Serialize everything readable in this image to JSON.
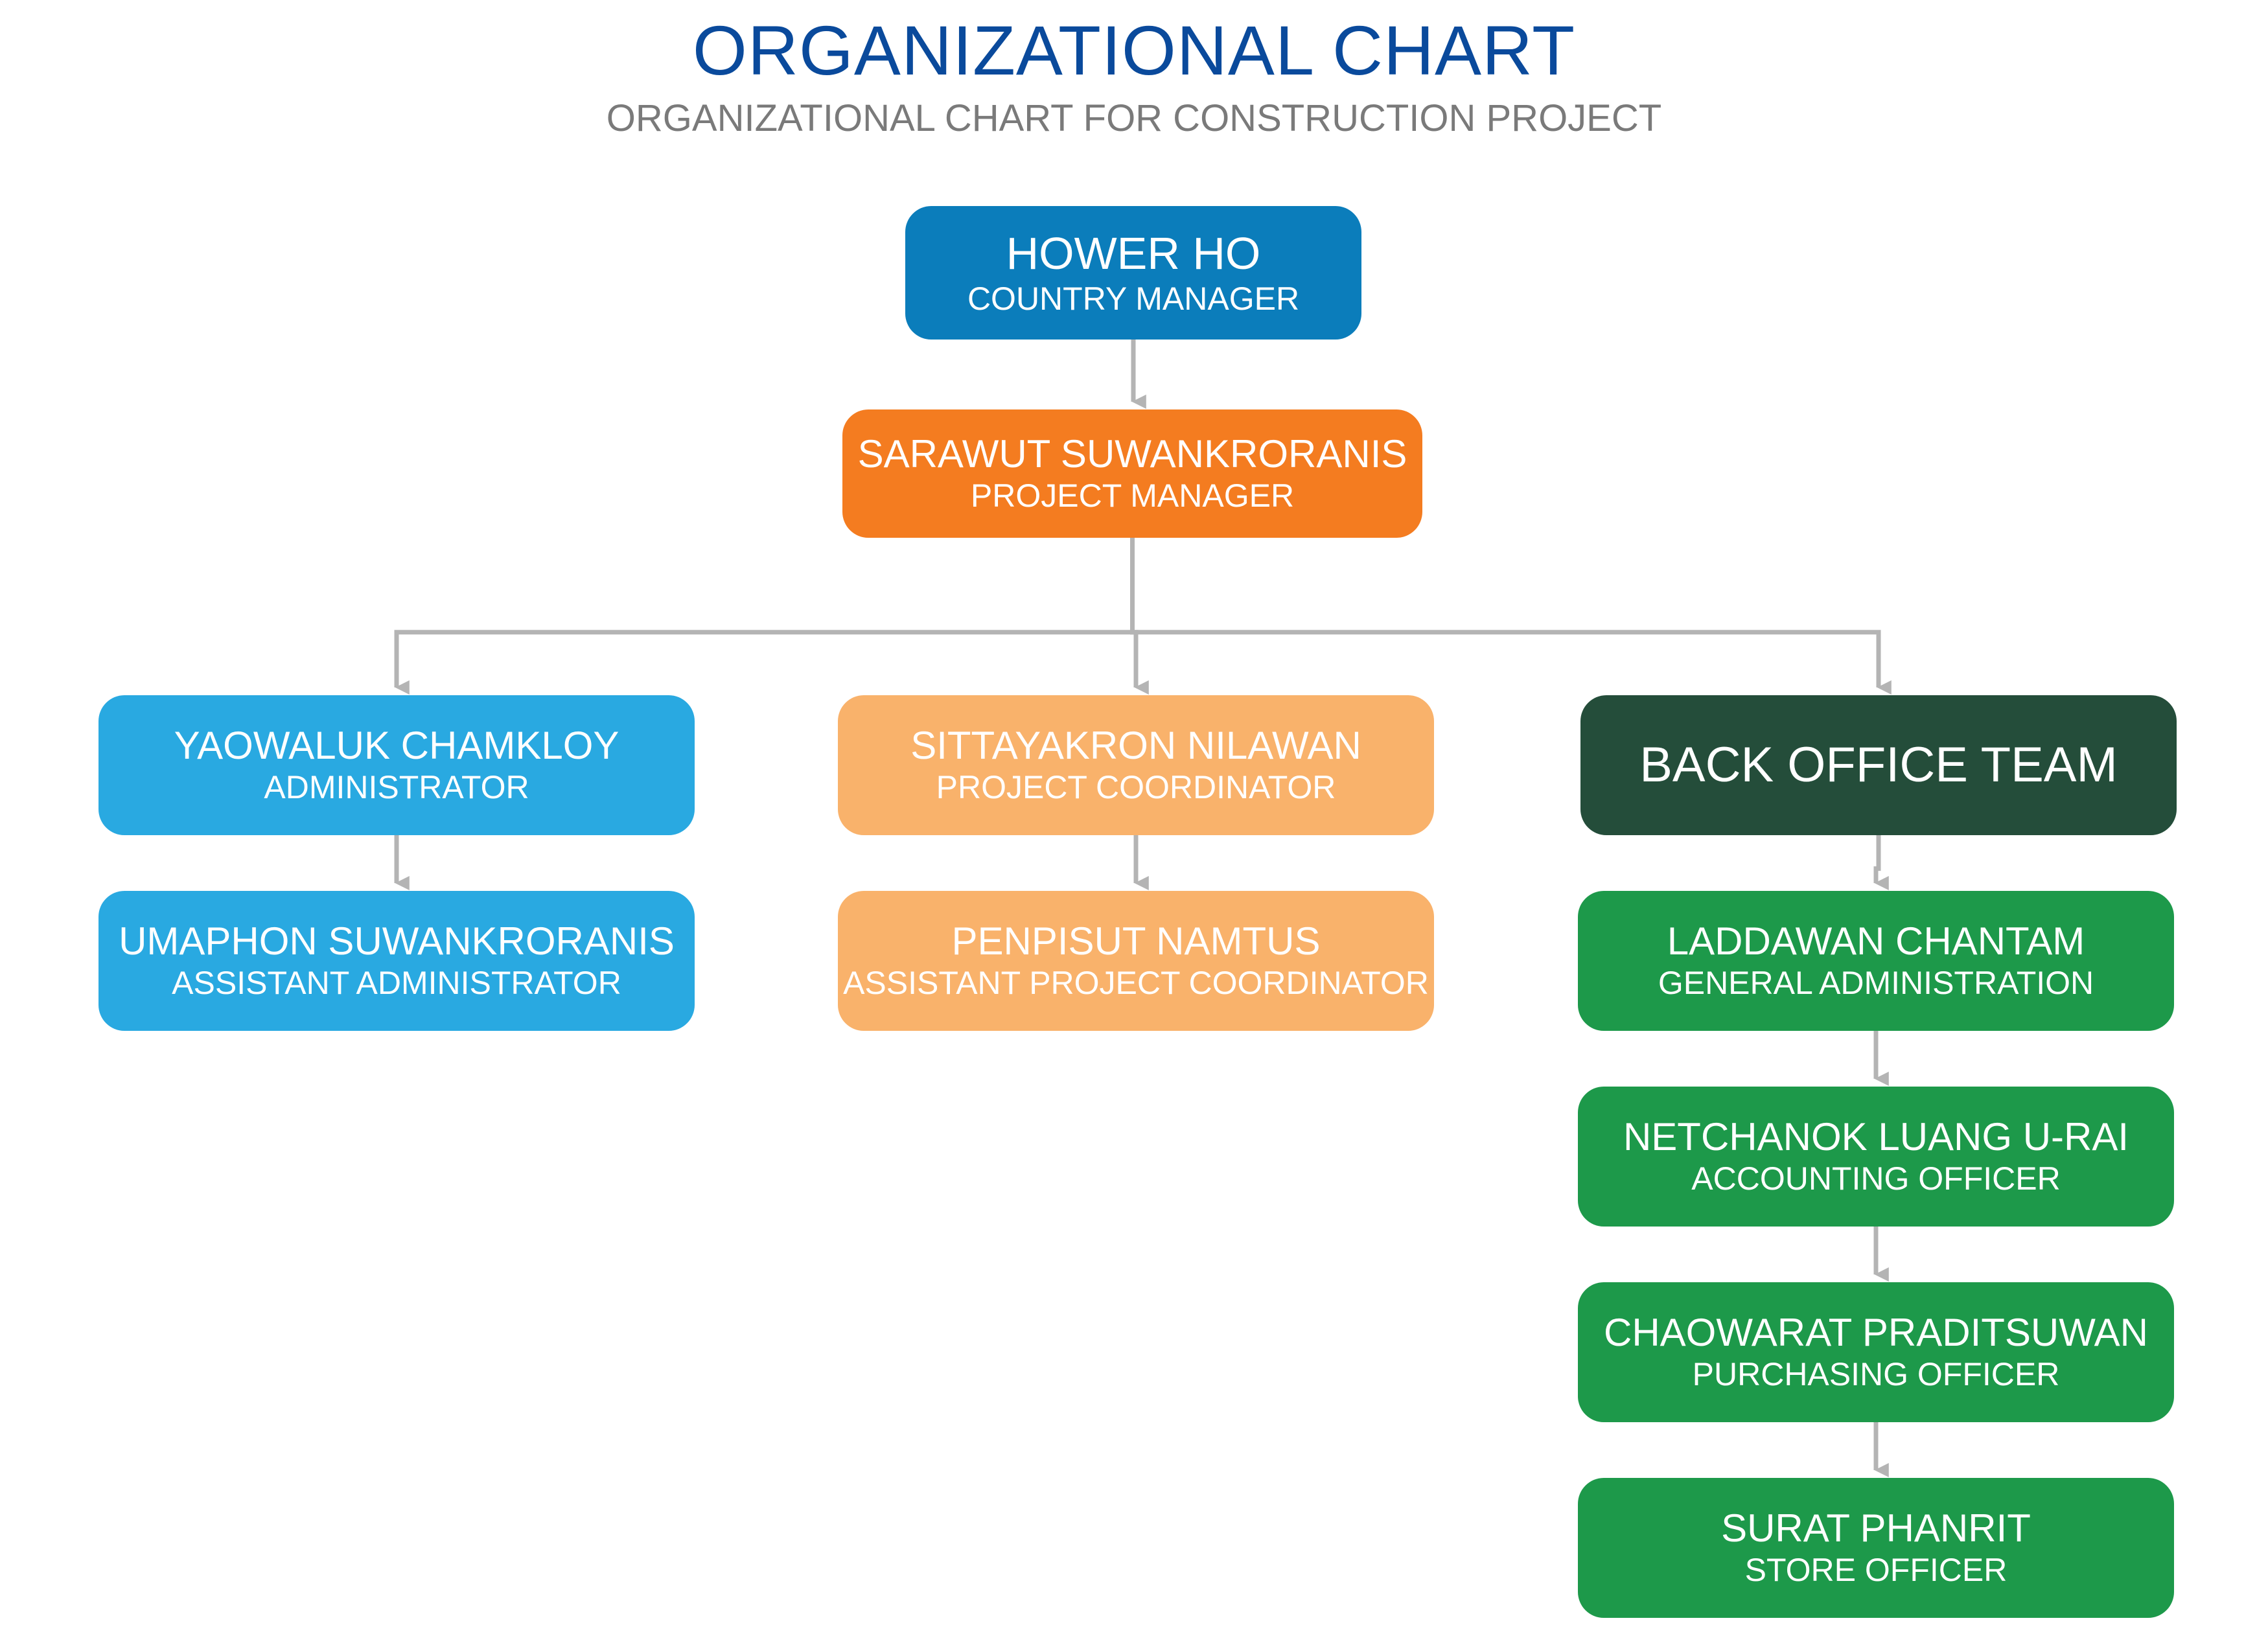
{
  "header": {
    "title": "ORGANIZATIONAL CHART",
    "subtitle": "ORGANIZATIONAL CHART FOR CONSTRUCTION PROJECT"
  },
  "colors": {
    "title": "#0a4a9c",
    "subtitle": "#7a7a7a",
    "connector": "#b4b4b4",
    "country_manager": "#0b7dbb",
    "project_manager": "#f47c20",
    "admin_branch": "#29a9e1",
    "coordinator_branch": "#f9b26b",
    "back_office_header": "#244d3a",
    "back_office_staff": "#1d994a"
  },
  "nodes": [
    {
      "id": "country-manager",
      "name": "HOWER  HO",
      "role": "COUNTRY MANAGER"
    },
    {
      "id": "project-manager",
      "name": "SARAWUT SUWANKRORANIS",
      "role": "PROJECT MANAGER"
    },
    {
      "id": "administrator",
      "name": "YAOWALUK CHAMKLOY",
      "role": "ADMINISTRATOR"
    },
    {
      "id": "assistant-administrator",
      "name": "UMAPHON SUWANKRORANIS",
      "role": "ASSISTANT ADMINISTRATOR"
    },
    {
      "id": "project-coordinator",
      "name": "SITTAYAKRON NILAWAN",
      "role": "PROJECT COORDINATOR"
    },
    {
      "id": "assistant-project-coordinator",
      "name": "PENPISUT NAMTUS",
      "role": "ASSISTANT PROJECT COORDINATOR"
    },
    {
      "id": "back-office-team",
      "name": "BACK OFFICE TEAM",
      "role": ""
    },
    {
      "id": "general-administration",
      "name": "LADDAWAN CHANTAM",
      "role": "GENERAL ADMINISTRATION"
    },
    {
      "id": "accounting-officer",
      "name": "NETCHANOK LUANG U-RAI",
      "role": "ACCOUNTING OFFICER"
    },
    {
      "id": "purchasing-officer",
      "name": "CHAOWARAT  PRADITSUWAN",
      "role": "PURCHASING OFFICER"
    },
    {
      "id": "store-officer",
      "name": "SURAT  PHANRIT",
      "role": "STORE OFFICER"
    }
  ],
  "edges": [
    {
      "from": "country-manager",
      "to": "project-manager"
    },
    {
      "from": "project-manager",
      "to": "administrator"
    },
    {
      "from": "project-manager",
      "to": "project-coordinator"
    },
    {
      "from": "project-manager",
      "to": "back-office-team"
    },
    {
      "from": "administrator",
      "to": "assistant-administrator"
    },
    {
      "from": "project-coordinator",
      "to": "assistant-project-coordinator"
    },
    {
      "from": "back-office-team",
      "to": "general-administration"
    },
    {
      "from": "general-administration",
      "to": "accounting-officer"
    },
    {
      "from": "accounting-officer",
      "to": "purchasing-officer"
    },
    {
      "from": "purchasing-officer",
      "to": "store-officer"
    }
  ]
}
